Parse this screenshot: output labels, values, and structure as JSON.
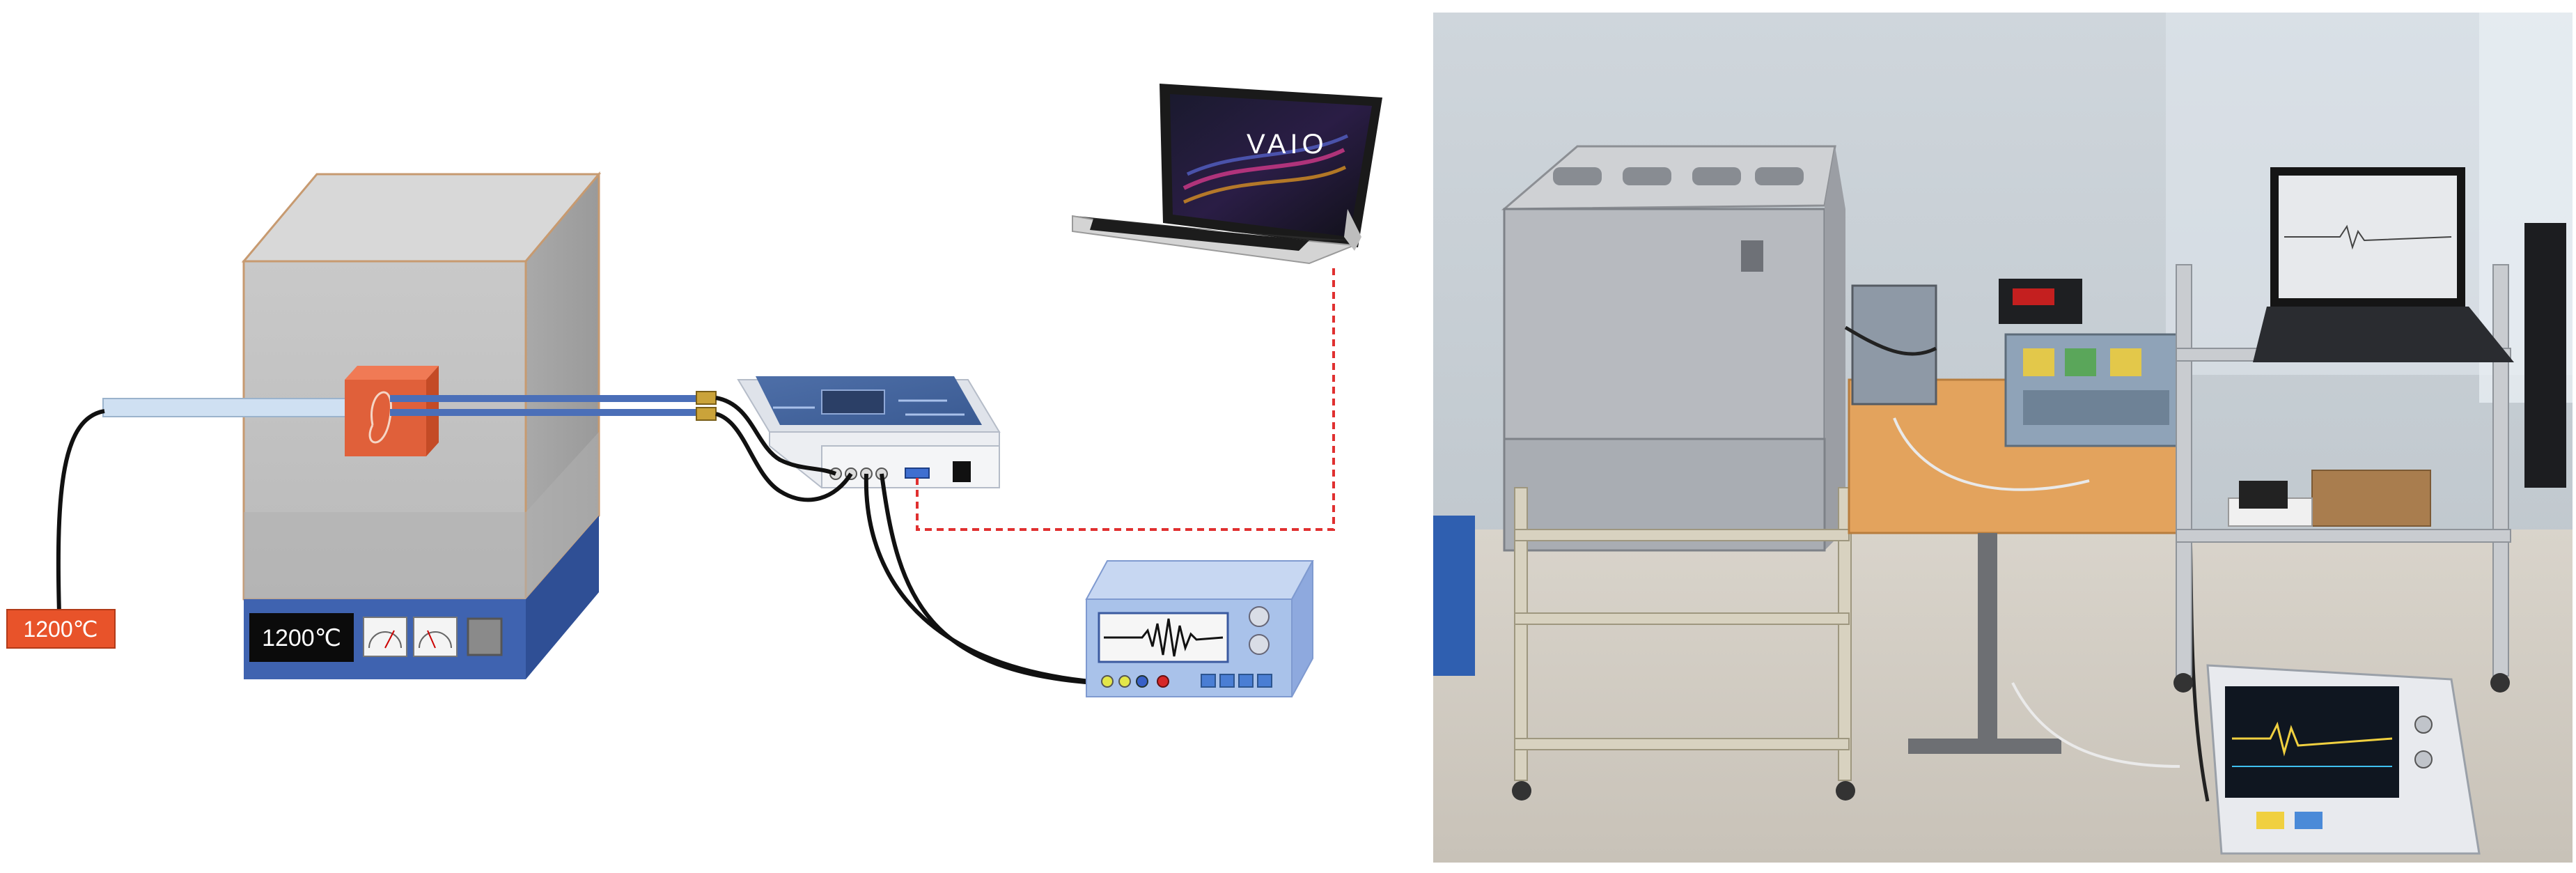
{
  "left_panel": {
    "thermocouple_readout": "1200℃",
    "furnace_display": "1200℃",
    "laptop_brand": "VAIO"
  },
  "colors": {
    "furnace_base": "#3f63b0",
    "thermocouple_box": "#e8532a",
    "sample_block": "#e0603a",
    "signal_link": "#e03030",
    "generator": "#a9c2ea"
  }
}
